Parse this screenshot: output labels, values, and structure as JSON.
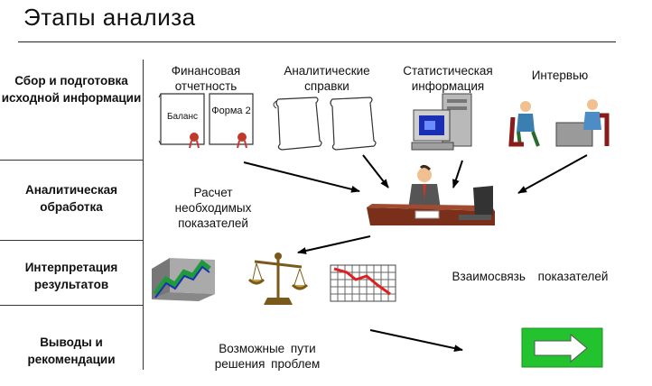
{
  "title": "Этапы анализа",
  "stages": [
    {
      "label": "Сбор и подготовка исходной информации"
    },
    {
      "label": "Аналитическая обработка"
    },
    {
      "label": "Интерпретация результатов"
    },
    {
      "label": "Выводы и рекомендации"
    }
  ],
  "sources": {
    "financial": {
      "caption": "Финансовая отчетность",
      "doc1": "Баланс",
      "doc2": "Форма 2"
    },
    "analytical": {
      "caption": "Аналитические справки"
    },
    "statistical": {
      "caption": "Статистическая информация"
    },
    "interview": {
      "caption": "Интервью"
    }
  },
  "processing": {
    "caption": "Расчет необходимых показателей"
  },
  "interpretation": {
    "caption": "Взаимосвязь показателей"
  },
  "conclusions": {
    "caption": "Возможные пути решения проблем"
  },
  "colors": {
    "accent_green": "#22c32e",
    "line_chart_green": "#1f9a3a",
    "rail_blue": "#1a2fb4",
    "desk_brown": "#7a2f1a",
    "seal_red": "#c0392b",
    "falling_red": "#e02020"
  },
  "icons": [
    "document-icon",
    "scroll-icon",
    "computer-icon",
    "interview-icon",
    "manager-at-desk-icon",
    "growth-chart-icon",
    "scales-icon",
    "declining-chart-icon",
    "arrow-right-icon"
  ]
}
